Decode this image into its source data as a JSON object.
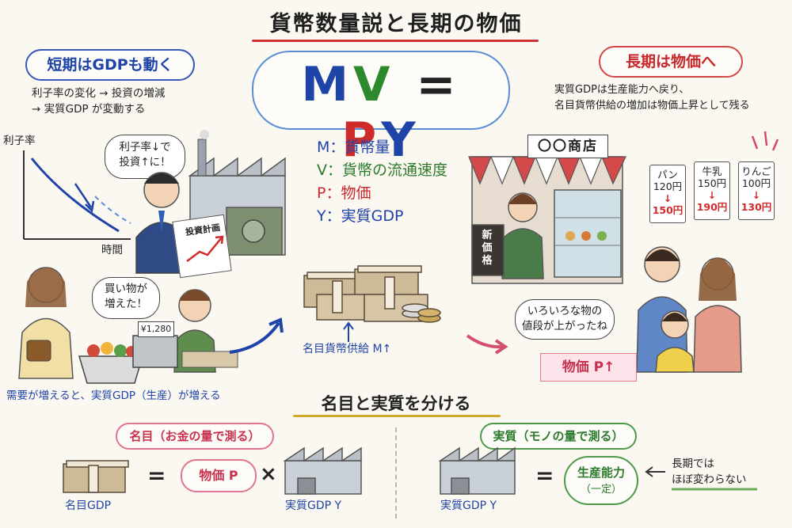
{
  "title": "貨幣数量説と長期の物価",
  "equation": {
    "m": "M",
    "v": "V",
    "eq": "=",
    "p": "P",
    "y": "Y"
  },
  "definitions": [
    {
      "label": "M：貨幣量",
      "color": "#1f44a8"
    },
    {
      "label": "V：貨幣の流通速度",
      "color": "#2c7a2c"
    },
    {
      "label": "P：物価",
      "color": "#c8282c"
    },
    {
      "label": "Y：実質GDP",
      "color": "#1f44a8"
    }
  ],
  "short_run": {
    "heading": "短期はGDPも動く",
    "line1": "利子率の変化 → 投資の増減",
    "line2": "→ 実質GDP が変動する",
    "graph_ylabel": "利子率",
    "graph_xlabel": "時間",
    "speech_investment": "利子率↓で\n投資↑に！",
    "plan_label": "投資計画",
    "speech_shopping": "買い物が\n増えた！",
    "register_amount": "¥1,280",
    "caption": "需要が増えると、実質GDP（生産）が増える"
  },
  "money": {
    "caption": "名目貨幣供給 M↑"
  },
  "long_run": {
    "heading": "長期は物価へ",
    "line1": "実質GDPは生産能力へ戻り、",
    "line2": "名目貨幣供給の増加は物価上昇として残る",
    "shop_sign": "〇〇商店",
    "board": "新価格",
    "prices": [
      {
        "item": "パン",
        "old": "120円",
        "new": "150円"
      },
      {
        "item": "牛乳",
        "old": "150円",
        "new": "190円"
      },
      {
        "item": "りんご",
        "old": "100円",
        "new": "130円"
      }
    ],
    "speech_prices": "いろいろな物の\n値段が上がったね",
    "banner": "物価 P↑"
  },
  "bottom": {
    "heading": "名目と実質を分ける",
    "nominal_heading": "名目（お金の量で測る）",
    "real_heading": "実質（モノの量で測る）",
    "nominal_gdp": "名目GDP",
    "eq1": "=",
    "price_p": "物価 P",
    "times": "×",
    "real_gdp_y1": "実質GDP Y",
    "real_gdp_y2": "実質GDP Y",
    "eq2": "=",
    "capacity_line1": "生産能力",
    "capacity_line2": "（一定）",
    "long_note_1": "長期では",
    "long_note_2": "ほぼ変わらない"
  },
  "colors": {
    "blue": "#1f44a8",
    "green": "#2c7a2c",
    "red": "#c8282c",
    "pink": "#c8324f"
  }
}
